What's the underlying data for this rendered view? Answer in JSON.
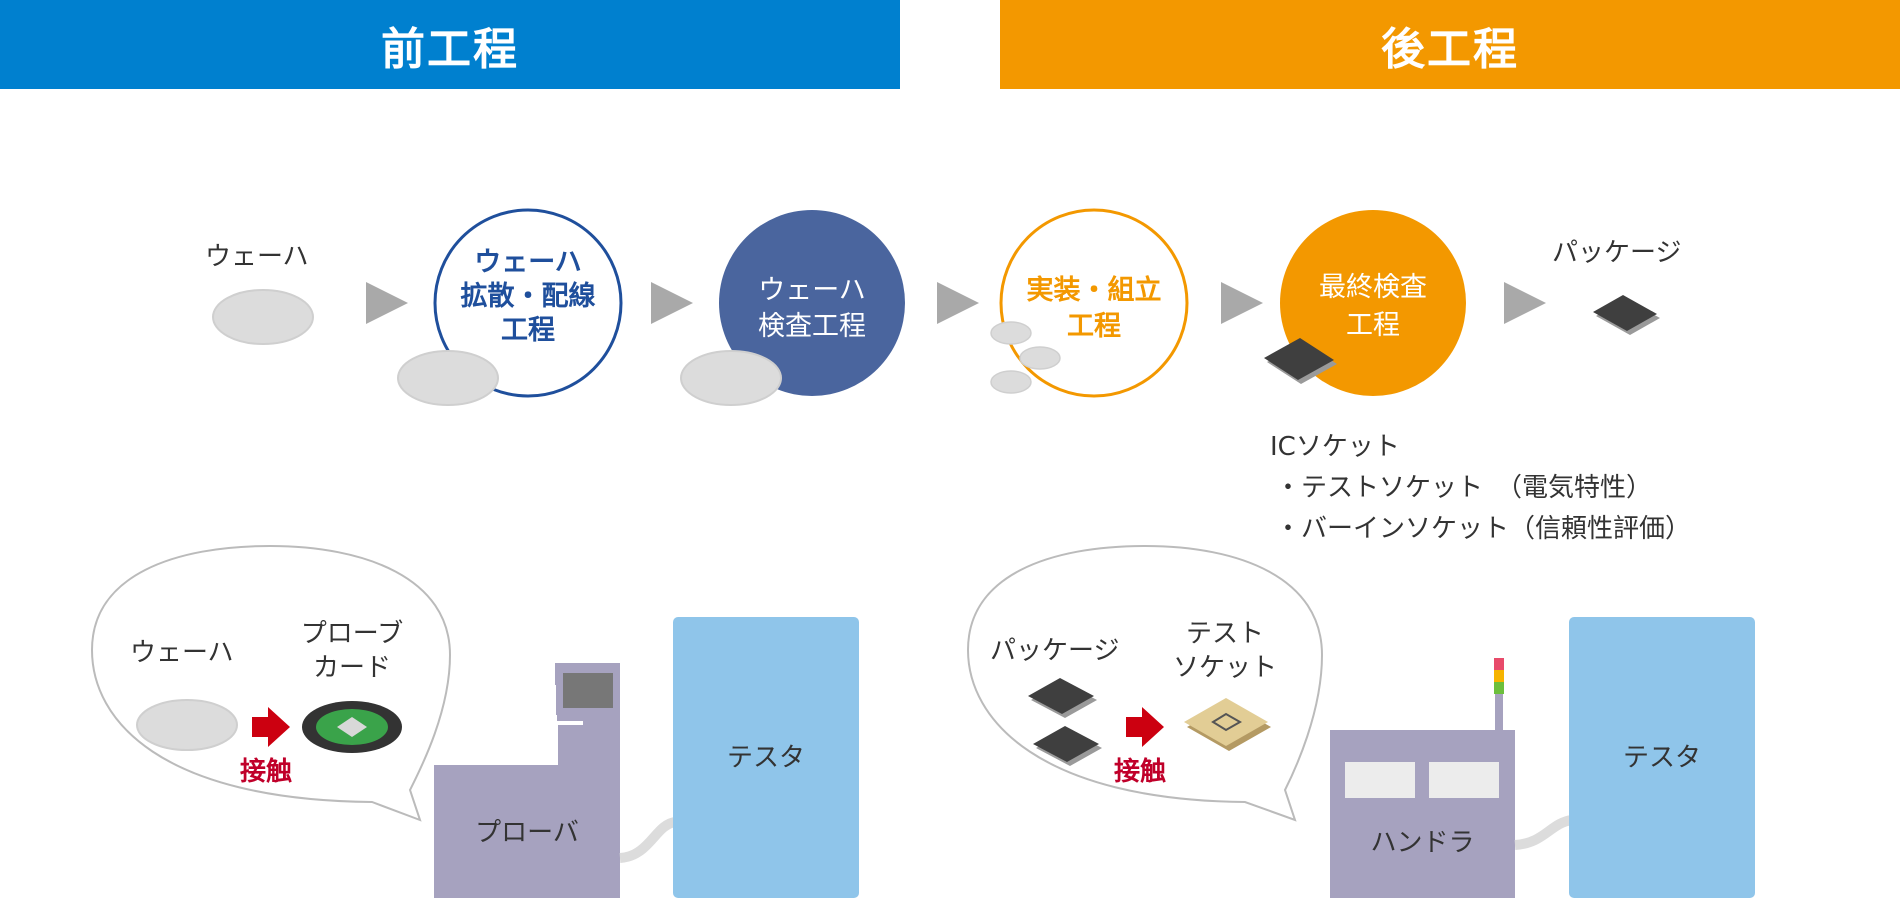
{
  "header": {
    "front": {
      "label": "前工程",
      "color": "#0080cf"
    },
    "back": {
      "label": "後工程",
      "color": "#f39800"
    }
  },
  "flow": {
    "wafer": "ウェーハ",
    "step1": [
      "ウェーハ",
      "拡散・配線",
      "工程"
    ],
    "step2": [
      "ウェーハ",
      "検査工程"
    ],
    "step3": [
      "実装・組立",
      "工程"
    ],
    "step4": [
      "最終検査",
      "工程"
    ],
    "package": "パッケージ"
  },
  "socket_note": {
    "title": "ICソケット",
    "line1": "・テストソケット　（電気特性）",
    "line2": "・バーインソケット（信頼性評価）"
  },
  "left_scene": {
    "wafer": "ウェーハ",
    "probe_card": [
      "プローブ",
      "カード"
    ],
    "contact": "接触",
    "prober": "プローバ",
    "tester": "テスタ"
  },
  "right_scene": {
    "package": "パッケージ",
    "test_socket": [
      "テスト",
      "ソケット"
    ],
    "contact": "接触",
    "handler": "ハンドラ",
    "tester": "テスタ"
  },
  "colors": {
    "blue": "#0080cf",
    "orange": "#f39800",
    "navy": "#4a659e",
    "wafer": "#dcdcdc",
    "arrow": "#a9a9a9",
    "machine": "#a6a2bf",
    "tester": "#8fc5ea",
    "red": "#cc0010",
    "contact_text": "#c0002a"
  }
}
